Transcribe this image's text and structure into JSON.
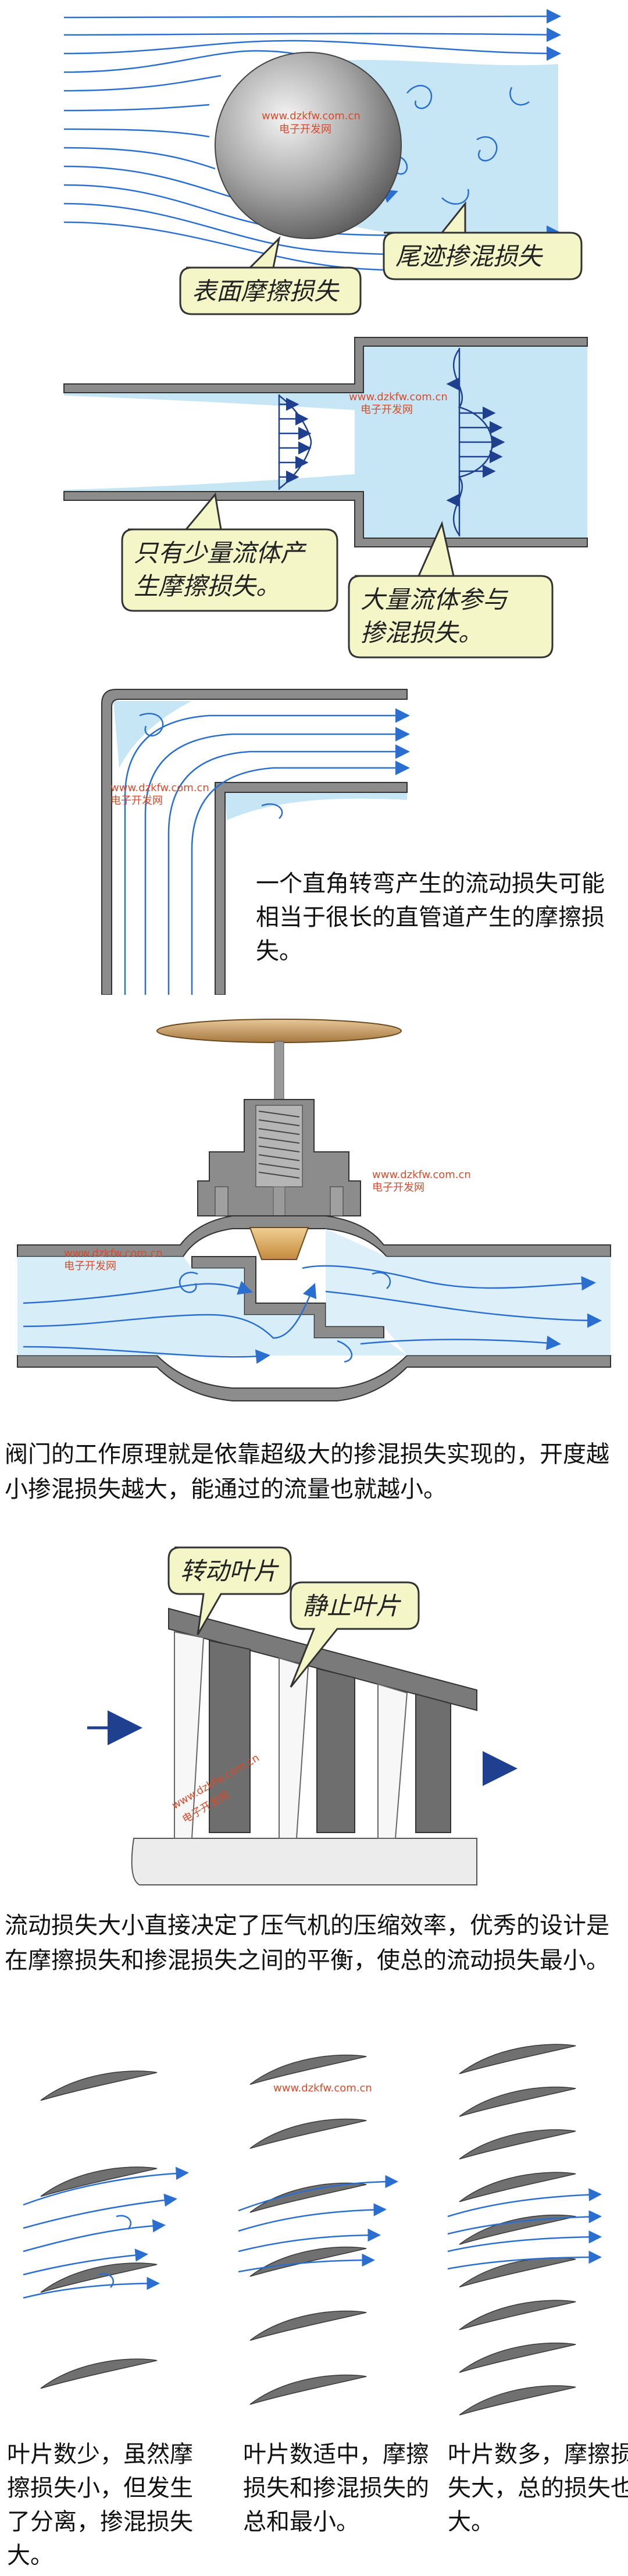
{
  "watermark": {
    "url": "www.dzkfw.com.cn",
    "name": "电子开发网"
  },
  "sphere_panel": {
    "callout_surface": "表面摩擦损失",
    "callout_wake": "尾迹掺混损失"
  },
  "pipe_panel": {
    "callout_small_pipe": [
      "只有少量流体产",
      "生摩擦损失。"
    ],
    "callout_large_pipe": [
      "大量流体参与",
      "掺混损失。"
    ]
  },
  "corner_panel": {
    "note": "一个直角转弯产生的流动损失可能相当于很长的直管道产生的摩擦损失。"
  },
  "valve_panel": {
    "caption": "阀门的工作原理就是依靠超级大的掺混损失实现的，开度越小掺混损失越大，能通过的流量也就越小。"
  },
  "blade_panel": {
    "callout_rotor": "转动叶片",
    "callout_stator": "静止叶片",
    "caption": "流动损失大小直接决定了压气机的压缩效率，优秀的设计是在摩擦损失和掺混损失之间的平衡，使总的流动损失最小。"
  },
  "cascade_panel": {
    "columns": [
      {
        "text": "叶片数少，虽然摩擦损失小，但发生了分离，掺混损失大。",
        "blade_count": 4
      },
      {
        "text": "叶片数适中，摩擦损失和掺混损失的总和最小。",
        "blade_count": 6
      },
      {
        "text": "叶片数多，摩擦损失大，总的损失也大。",
        "blade_count": 9
      }
    ]
  },
  "colors": {
    "flow_line": "#2a6fd0",
    "wake": "#c6e6f5",
    "wall": "#8c8c8c",
    "callout_fill": "#f4f6c8",
    "blade": "#707070"
  }
}
